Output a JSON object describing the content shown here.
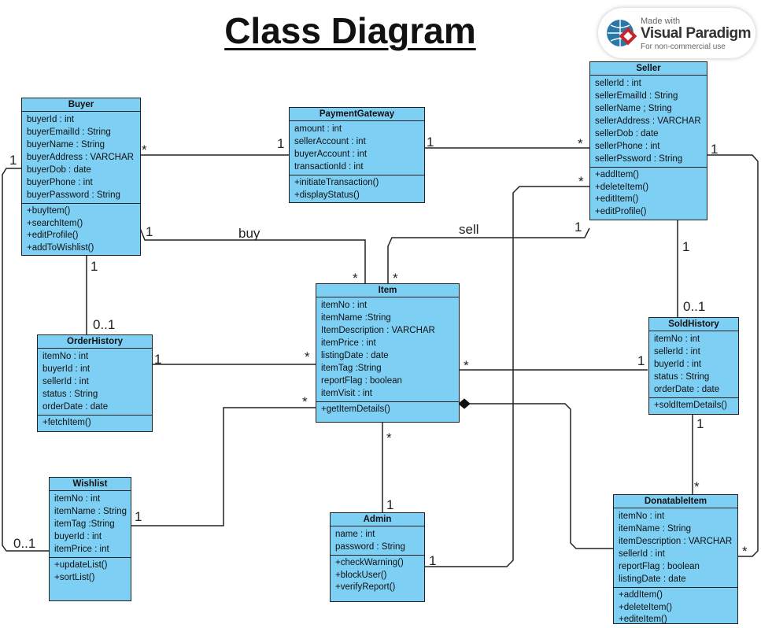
{
  "title": "Class Diagram",
  "watermark": {
    "line1": "Made with",
    "line2": "Visual Paradigm",
    "line3": "For non-commercial use"
  },
  "colors": {
    "class_fill": "#7ecff4",
    "border": "#222222"
  },
  "classes": {
    "buyer": {
      "name": "Buyer",
      "attributes": [
        "buyerId : int",
        "buyerEmailId : String",
        "buyerName : String",
        "buyerAddress : VARCHAR",
        "buyerDob : date",
        "buyerPhone : int",
        "buyerPassword : String"
      ],
      "operations": [
        "+buyItem()",
        "+searchItem()",
        "+editProfile()",
        "+addToWishlist()"
      ]
    },
    "payment_gateway": {
      "name": "PaymentGateway",
      "attributes": [
        "amount : int",
        "sellerAccount : int",
        "buyerAccount : int",
        "transactionId : int"
      ],
      "operations": [
        "+initiateTransaction()",
        "+displayStatus()"
      ]
    },
    "seller": {
      "name": "Seller",
      "attributes": [
        "sellerId : int",
        "sellerEmailId : String",
        "sellerName ; String",
        "sellerAddress : VARCHAR",
        "sellerDob : date",
        "sellerPhone : int",
        "sellerPssword : String"
      ],
      "operations": [
        "+addItem()",
        "+deleteItem()",
        "+editItem()",
        "+editProfile()"
      ]
    },
    "item": {
      "name": "Item",
      "attributes": [
        "itemNo : int",
        "itemName :String",
        "ItemDescription : VARCHAR",
        "itemPrice : int",
        "listingDate : date",
        "itemTag :String",
        "reportFlag : boolean",
        "itemVisit : int"
      ],
      "operations": [
        "+getItemDetails()"
      ]
    },
    "order_history": {
      "name": "OrderHistory",
      "attributes": [
        "itemNo : int",
        "buyerId : int",
        "sellerId : int",
        "status : String",
        "orderDate : date"
      ],
      "operations": [
        "+fetchItem()"
      ]
    },
    "sold_history": {
      "name": "SoldHistory",
      "attributes": [
        "itemNo : int",
        "sellerId : int",
        "buyerId : int",
        "status : String",
        "orderDate : date"
      ],
      "operations": [
        "+soldItemDetails()"
      ]
    },
    "wishlist": {
      "name": "Wishlist",
      "attributes": [
        "itemNo : int",
        "itemName : String",
        "itemTag :String",
        "buyerId : int",
        "itemPrice : int"
      ],
      "operations": [
        "+updateList()",
        "+sortList()"
      ]
    },
    "admin": {
      "name": "Admin",
      "attributes": [
        "name : int",
        "password : String"
      ],
      "operations": [
        "+checkWarning()",
        "+blockUser()",
        "+verifyReport()"
      ]
    },
    "donatable_item": {
      "name": "DonatableItem",
      "attributes": [
        "itemNo : int",
        "itemName : String",
        "itemDescription : VARCHAR",
        "sellerId : int",
        "reportFlag : boolean",
        "listingDate : date"
      ],
      "operations": [
        "+addItem()",
        "+deleteItem()",
        "+editeItem()"
      ]
    }
  },
  "relationships": [
    {
      "from": "Buyer",
      "to": "PaymentGateway",
      "from_mult": "*",
      "to_mult": "1"
    },
    {
      "from": "PaymentGateway",
      "to": "Seller",
      "from_mult": "1",
      "to_mult": "*"
    },
    {
      "from": "Buyer",
      "to": "Item",
      "label": "buy",
      "from_mult": "1",
      "to_mult": "*"
    },
    {
      "from": "Seller",
      "to": "Item",
      "label": "sell",
      "from_mult": "1",
      "to_mult": "*"
    },
    {
      "from": "Buyer",
      "to": "OrderHistory",
      "from_mult": "1",
      "to_mult": "0..1"
    },
    {
      "from": "OrderHistory",
      "to": "Item",
      "from_mult": "1",
      "to_mult": "*"
    },
    {
      "from": "Wishlist",
      "to": "Item",
      "from_mult": "1",
      "to_mult": "*"
    },
    {
      "from": "Buyer",
      "to": "Wishlist",
      "from_mult": "1",
      "to_mult": "0..1"
    },
    {
      "from": "Seller",
      "to": "SoldHistory",
      "from_mult": "1",
      "to_mult": "0..1"
    },
    {
      "from": "Item",
      "to": "SoldHistory",
      "from_mult": "*",
      "to_mult": "1"
    },
    {
      "from": "Item",
      "to": "Admin",
      "from_mult": "*",
      "to_mult": "1"
    },
    {
      "from": "Admin",
      "to": "Seller",
      "from_mult": "1",
      "to_mult": "*"
    },
    {
      "from": "SoldHistory",
      "to": "DonatableItem",
      "from_mult": "1",
      "to_mult": "*"
    },
    {
      "from": "Seller",
      "to": "DonatableItem",
      "from_mult": "1",
      "to_mult": "*"
    },
    {
      "from": "Item",
      "to": "DonatableItem",
      "kind": "composition"
    }
  ],
  "edge_labels": {
    "buyer_pg_star": "*",
    "pg_buyer_one": "1",
    "pg_seller_one": "1",
    "pg_seller_star": "*",
    "buy": "buy",
    "buy_one": "1",
    "buy_star": "*",
    "sell": "sell",
    "sell_one": "1",
    "sell_star": "*",
    "buyer_order_one": "1",
    "order_zero_one": "0..1",
    "order_item_one": "1",
    "order_item_star": "*",
    "wish_item_one": "1",
    "wish_item_star": "*",
    "buyer_wish_one": "1",
    "wish_zero_one": "0..1",
    "seller_sold_one": "1",
    "sold_zero_one": "0..1",
    "item_sold_star": "*",
    "item_sold_one": "1",
    "item_admin_star": "*",
    "item_admin_one": "1",
    "admin_seller_one": "1",
    "admin_seller_star": "*",
    "sold_donate_one": "1",
    "sold_donate_star": "*",
    "seller_donate_one": "1",
    "seller_donate_star": "*"
  }
}
